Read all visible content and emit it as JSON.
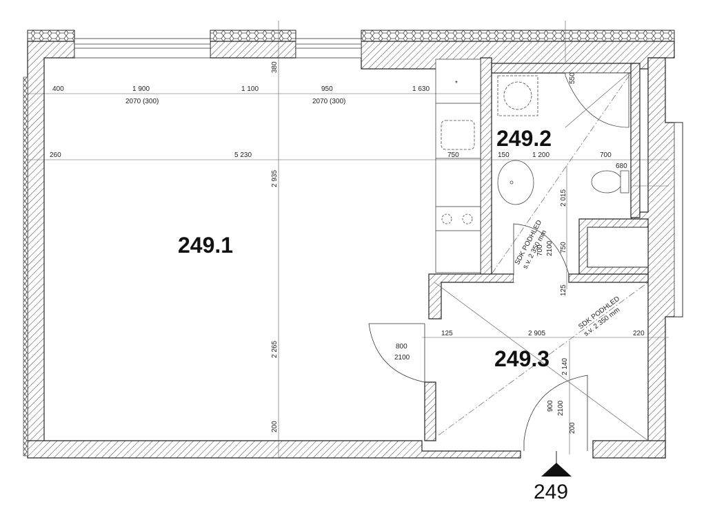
{
  "rooms": {
    "main": "249.1",
    "bath": "249.2",
    "hall": "249.3"
  },
  "unit_marker": "249",
  "ceiling_notes": {
    "bath": {
      "line1": "SDK PODHLED",
      "line2": "s.v. 2 350 mm"
    },
    "hall": {
      "line1": "SDK PODHLED",
      "line2": "s.v. 2 350 mm"
    }
  },
  "dimensions": {
    "top_row": [
      "400",
      "1 900",
      "1 100",
      "950",
      "1 630"
    ],
    "windows": [
      "2070 (300)",
      "2070 (300)"
    ],
    "mid_row": [
      "260",
      "5 230",
      "750"
    ],
    "bath_row": [
      "150",
      "1 200",
      "700",
      "680"
    ],
    "hall_row": [
      "125",
      "2 905",
      "220"
    ],
    "vertical": [
      "380",
      "2 935",
      "2 265",
      "200",
      "550",
      "2 015",
      "125",
      "2 140",
      "200"
    ],
    "door_main": {
      "width": "800",
      "height": "2100"
    },
    "door_bath": {
      "width": "700",
      "height": "2100",
      "side": "750"
    },
    "door_entry": {
      "width": "900",
      "height": "2100"
    }
  }
}
